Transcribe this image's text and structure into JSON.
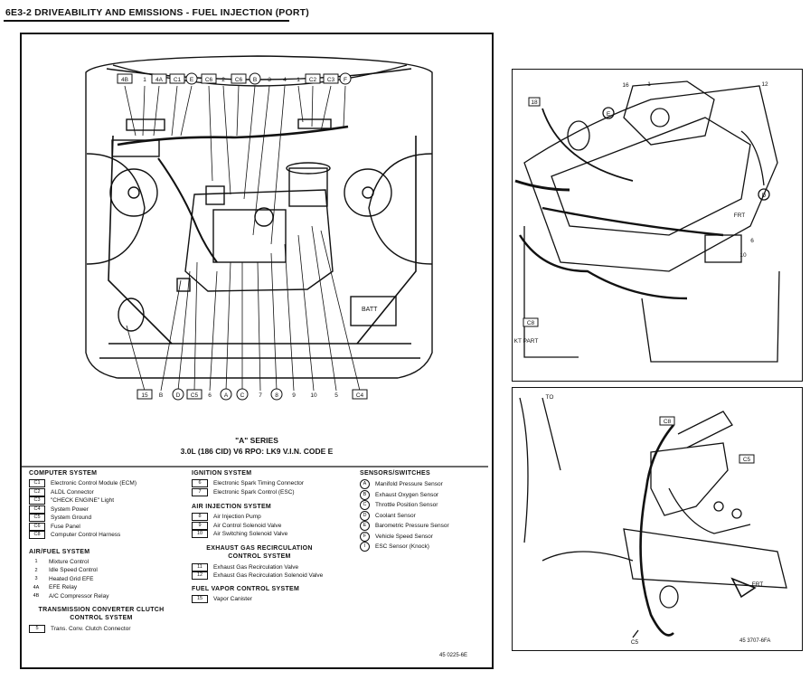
{
  "page_title": "6E3-2  DRIVEABILITY AND EMISSIONS - FUEL INJECTION (PORT)",
  "top_callouts": [
    "4B",
    "1",
    "4A",
    "C1",
    "E",
    "C6",
    "2",
    "C6",
    "B",
    "3",
    "4",
    "1",
    "C2",
    "C3",
    "F"
  ],
  "bottom_callouts": [
    "15",
    "B",
    "D",
    "C5",
    "6",
    "A",
    "C",
    "7",
    "8",
    "9",
    "10",
    "5",
    "C4"
  ],
  "battery_label": "BATT",
  "caption": {
    "series": "\"A\" SERIES",
    "engine": "3.0L (186 CID) V6   RPO: LK9   V.I.N. CODE  E"
  },
  "legend": {
    "computer": {
      "title": "COMPUTER SYSTEM",
      "items": [
        {
          "code": "C1",
          "label": "Electronic Control Module (ECM)"
        },
        {
          "code": "C2",
          "label": "ALDL Connector"
        },
        {
          "code": "C3",
          "label": "\"CHECK ENGINE\" Light"
        },
        {
          "code": "C4",
          "label": "System Power"
        },
        {
          "code": "C5",
          "label": "System Ground"
        },
        {
          "code": "C6",
          "label": "Fuse Panel"
        },
        {
          "code": "C8",
          "label": "Computer Control Harness"
        }
      ]
    },
    "airfuel": {
      "title": "AIR/FUEL SYSTEM",
      "items": [
        {
          "code": "1",
          "label": "Mixture Control"
        },
        {
          "code": "2",
          "label": "Idle Speed Control"
        },
        {
          "code": "3",
          "label": "Heated Grid EFE"
        },
        {
          "code": "4A",
          "label": "EFE Relay"
        },
        {
          "code": "4B",
          "label": "A/C Compressor Relay"
        }
      ]
    },
    "tcc": {
      "title": "TRANSMISSION CONVERTER CLUTCH CONTROL SYSTEM",
      "items": [
        {
          "code": "5",
          "label": "Trans. Conv. Clutch Connector"
        }
      ]
    },
    "ignition": {
      "title": "IGNITION SYSTEM",
      "items": [
        {
          "code": "6",
          "label": "Electronic Spark Timing Connector"
        },
        {
          "code": "7",
          "label": "Electronic Spark Control (ESC)"
        }
      ]
    },
    "air_inj": {
      "title": "AIR INJECTION SYSTEM",
      "items": [
        {
          "code": "8",
          "label": "Air Injection Pump"
        },
        {
          "code": "9",
          "label": "Air Control Solenoid Valve"
        },
        {
          "code": "10",
          "label": "Air Switching Solenoid Valve"
        }
      ]
    },
    "egr": {
      "title": "EXHAUST GAS RECIRCULATION CONTROL SYSTEM",
      "items": [
        {
          "code": "11",
          "label": "Exhaust Gas Recirculation Valve"
        },
        {
          "code": "12",
          "label": "Exhaust Gas Recirculation Solenoid Valve"
        }
      ]
    },
    "evap": {
      "title": "FUEL VAPOR CONTROL SYSTEM",
      "items": [
        {
          "code": "15",
          "label": "Vapor Canister"
        }
      ]
    },
    "sensors": {
      "title": "SENSORS/SWITCHES",
      "items": [
        {
          "code": "A",
          "label": "Manifold Pressure Sensor"
        },
        {
          "code": "B",
          "label": "Exhaust Oxygen Sensor"
        },
        {
          "code": "C",
          "label": "Throttle Position Sensor"
        },
        {
          "code": "D",
          "label": "Coolant Sensor"
        },
        {
          "code": "E",
          "label": "Barometric Pressure Sensor"
        },
        {
          "code": "F",
          "label": "Vehicle Speed Sensor"
        },
        {
          "code": "I",
          "label": "ESC Sensor (Knock)"
        }
      ]
    }
  },
  "left_ref": "45  0225-6E",
  "right_ref": "45  3707-6FA",
  "view1_labels": {
    "l18": "18",
    "lE": "E",
    "l16": "16",
    "l1": "1",
    "l12": "12",
    "lD": "D",
    "lFRT": "FRT",
    "l6": "6",
    "l10": "10",
    "lC8": "C8",
    "lKT": "KT PART"
  },
  "view2_labels": {
    "lTO": "TO",
    "lC8": "C8",
    "lC5": "C5",
    "lFRT": "FRT",
    "lC5b": "C5"
  }
}
